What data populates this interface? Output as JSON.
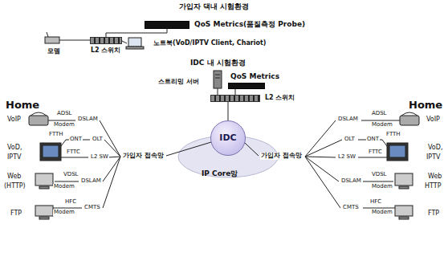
{
  "diagram": {
    "nodes": [
      {
        "text": [
          "QoS Metrics(품질측정 Probe)"
        ]
      },
      {
        "text": [
          "L2 스위치"
        ]
      },
      {
        "text": [
          "QoS Metrics"
        ]
      },
      {
        "text": [
          "L2 스위치"
        ]
      },
      {
        "text": [
          "IDC"
        ]
      }
    ],
    "edges": [
      {
        "from": 0,
        "to": 1,
        "arrow": "none"
      },
      {
        "from": 2,
        "to": 3,
        "arrow": "none"
      },
      {
        "from": 3,
        "to": 4,
        "arrow": "none"
      }
    ],
    "labels": [
      "가입자 댁내 시험환경",
      "모뎀",
      "노트북(VoD/IPTV Client, Chariot)",
      "IDC 내 시험환경",
      "스트리밍 서버",
      "Home",
      "Home",
      "VoIP",
      "ADSL",
      "Modem",
      "DSLAM",
      "FTTH",
      "ONT",
      "OLT",
      "VoD,",
      "IPTV",
      "FTTC",
      "L2 SW",
      "가입자 접속망",
      "IP Core망",
      "가입자 접속망",
      "Web",
      "(HTTP)",
      "VDSL",
      "Modem",
      "DSLAM",
      "HFC",
      "Modem",
      "CMTS",
      "FTP",
      "VoIP",
      "ADSL",
      "Modem",
      "DSLAM",
      "FTTH",
      "ONT",
      "OLT",
      "VoD,",
      "IPTV",
      "FTTC",
      "L2 SW",
      "Web",
      "HTTP",
      "VDSL",
      "Modem",
      "DSLAM",
      "HFC",
      "CMTS",
      "Modem",
      "FTP"
    ]
  }
}
